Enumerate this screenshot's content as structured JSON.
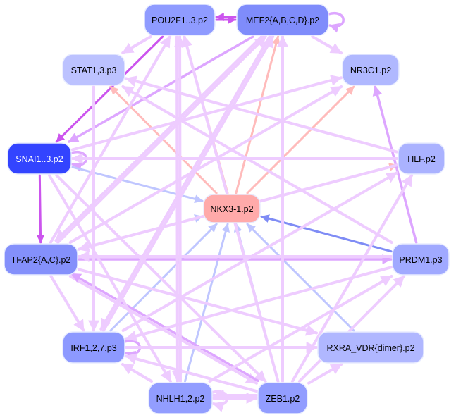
{
  "title": "Transcription factor regulatory network",
  "nodes": [
    {
      "id": "POU2F1",
      "label": "POU2F1..3.p2",
      "color": "#8f9bff",
      "text_color": "#000000"
    },
    {
      "id": "MEF2",
      "label": "MEF2{A,B,C,D}.p2",
      "color": "#7f8cfb",
      "text_color": "#000000"
    },
    {
      "id": "STAT1",
      "label": "STAT1,3.p3",
      "color": "#bcc2ff",
      "text_color": "#000000"
    },
    {
      "id": "NR3C1",
      "label": "NR3C1.p2",
      "color": "#b0b8ff",
      "text_color": "#000000"
    },
    {
      "id": "SNAI1",
      "label": "SNAI1..3.p2",
      "color": "#3344ff",
      "text_color": "#ffffff"
    },
    {
      "id": "HLF",
      "label": "HLF.p2",
      "color": "#aab2ff",
      "text_color": "#000000"
    },
    {
      "id": "NKX3",
      "label": "NKX3-1.p2",
      "color": "#ffaaaa",
      "text_color": "#000000"
    },
    {
      "id": "TFAP2",
      "label": "TFAP2{A,C}.p2",
      "color": "#8490fb",
      "text_color": "#000000"
    },
    {
      "id": "PRDM1",
      "label": "PRDM1.p3",
      "color": "#a0a9ff",
      "text_color": "#000000"
    },
    {
      "id": "IRF1",
      "label": "IRF1,2,7.p3",
      "color": "#8d99ff",
      "text_color": "#000000"
    },
    {
      "id": "RXRA",
      "label": "RXRA_VDR{dimer}.p2",
      "color": "#b0b7ff",
      "text_color": "#000000"
    },
    {
      "id": "NHLH1",
      "label": "NHLH1,2.p2",
      "color": "#929dff",
      "text_color": "#000000"
    },
    {
      "id": "ZEB1",
      "label": "ZEB1.p2",
      "color": "#929dff",
      "text_color": "#000000"
    }
  ],
  "edge_colors": {
    "light_purple": "#eeccff",
    "purple": "#dda6ff",
    "strong_purple": "#cc55ee",
    "pink": "#ffbbbb",
    "light_blue": "#bfc6ff",
    "blue": "#7f8cf5"
  },
  "edges": [
    {
      "from": "POU2F1",
      "to": "MEF2",
      "color": "strong_purple"
    },
    {
      "from": "MEF2",
      "to": "POU2F1",
      "color": "strong_purple"
    },
    {
      "from": "MEF2",
      "to": "MEF2",
      "color": "purple"
    },
    {
      "from": "POU2F1",
      "to": "STAT1",
      "color": "light_purple"
    },
    {
      "from": "MEF2",
      "to": "NR3C1",
      "color": "light_purple"
    },
    {
      "from": "POU2F1",
      "to": "SNAI1",
      "color": "strong_purple"
    },
    {
      "from": "MEF2",
      "to": "SNAI1",
      "color": "purple"
    },
    {
      "from": "SNAI1",
      "to": "SNAI1",
      "color": "purple"
    },
    {
      "from": "SNAI1",
      "to": "TFAP2",
      "color": "strong_purple"
    },
    {
      "from": "NKX3",
      "to": "POU2F1",
      "color": "pink"
    },
    {
      "from": "NKX3",
      "to": "MEF2",
      "color": "pink"
    },
    {
      "from": "NKX3",
      "to": "STAT1",
      "color": "pink"
    },
    {
      "from": "NKX3",
      "to": "NR3C1",
      "color": "pink"
    },
    {
      "from": "NKX3",
      "to": "HLF",
      "color": "pink"
    },
    {
      "from": "SNAI1",
      "to": "NKX3",
      "color": "light_blue"
    },
    {
      "from": "TFAP2",
      "to": "NKX3",
      "color": "light_blue"
    },
    {
      "from": "PRDM1",
      "to": "NKX3",
      "color": "blue"
    },
    {
      "from": "IRF1",
      "to": "NKX3",
      "color": "light_blue"
    },
    {
      "from": "NHLH1",
      "to": "NKX3",
      "color": "light_blue"
    },
    {
      "from": "ZEB1",
      "to": "NKX3",
      "color": "light_blue"
    },
    {
      "from": "RXRA",
      "to": "NKX3",
      "color": "light_blue"
    },
    {
      "from": "PRDM1",
      "to": "NR3C1",
      "color": "purple"
    },
    {
      "from": "TFAP2",
      "to": "PRDM1",
      "color": "purple"
    },
    {
      "from": "PRDM1",
      "to": "TFAP2",
      "color": "light_purple"
    },
    {
      "from": "TFAP2",
      "to": "POU2F1",
      "color": "light_purple"
    },
    {
      "from": "TFAP2",
      "to": "MEF2",
      "color": "light_purple"
    },
    {
      "from": "TFAP2",
      "to": "IRF1",
      "color": "light_purple"
    },
    {
      "from": "TFAP2",
      "to": "ZEB1",
      "color": "light_purple"
    },
    {
      "from": "ZEB1",
      "to": "TFAP2",
      "color": "purple"
    },
    {
      "from": "IRF1",
      "to": "IRF1",
      "color": "purple"
    },
    {
      "from": "IRF1",
      "to": "HLF",
      "color": "light_purple"
    },
    {
      "from": "IRF1",
      "to": "MEF2",
      "color": "light_purple"
    },
    {
      "from": "NHLH1",
      "to": "ZEB1",
      "color": "light_purple"
    },
    {
      "from": "ZEB1",
      "to": "NHLH1",
      "color": "light_purple"
    },
    {
      "from": "NHLH1",
      "to": "NHLH1",
      "color": "light_purple"
    },
    {
      "from": "NHLH1",
      "to": "IRF1",
      "color": "light_purple"
    },
    {
      "from": "NHLH1",
      "to": "POU2F1",
      "color": "light_purple"
    },
    {
      "from": "NHLH1",
      "to": "PRDM1",
      "color": "light_purple"
    },
    {
      "from": "ZEB1",
      "to": "IRF1",
      "color": "light_purple"
    },
    {
      "from": "ZEB1",
      "to": "RXRA",
      "color": "light_purple"
    },
    {
      "from": "ZEB1",
      "to": "MEF2",
      "color": "light_purple"
    },
    {
      "from": "ZEB1",
      "to": "POU2F1",
      "color": "light_purple"
    },
    {
      "from": "ZEB1",
      "to": "PRDM1",
      "color": "light_purple"
    },
    {
      "from": "ZEB1",
      "to": "HLF",
      "color": "light_purple"
    },
    {
      "from": "SNAI1",
      "to": "ZEB1",
      "color": "light_purple"
    },
    {
      "from": "SNAI1",
      "to": "NHLH1",
      "color": "light_purple"
    },
    {
      "from": "STAT1",
      "to": "IRF1",
      "color": "light_purple"
    },
    {
      "from": "HLF",
      "to": "SNAI1",
      "color": "light_purple"
    },
    {
      "from": "HLF",
      "to": "TFAP2",
      "color": "light_purple"
    },
    {
      "from": "HLF",
      "to": "STAT1",
      "color": "light_purple"
    },
    {
      "from": "MEF2",
      "to": "TFAP2",
      "color": "light_purple"
    },
    {
      "from": "MEF2",
      "to": "IRF1",
      "color": "light_purple"
    },
    {
      "from": "POU2F1",
      "to": "NHLH1",
      "color": "light_purple"
    },
    {
      "from": "PRDM1",
      "to": "STAT1",
      "color": "light_purple"
    },
    {
      "from": "PRDM1",
      "to": "IRF1",
      "color": "light_purple"
    },
    {
      "from": "SNAI1",
      "to": "NR3C1",
      "color": "light_purple"
    },
    {
      "from": "TFAP2",
      "to": "NR3C1",
      "color": "light_purple"
    },
    {
      "from": "IRF1",
      "to": "RXRA",
      "color": "light_purple"
    },
    {
      "from": "TFAP2",
      "to": "RXRA",
      "color": "light_purple"
    }
  ]
}
